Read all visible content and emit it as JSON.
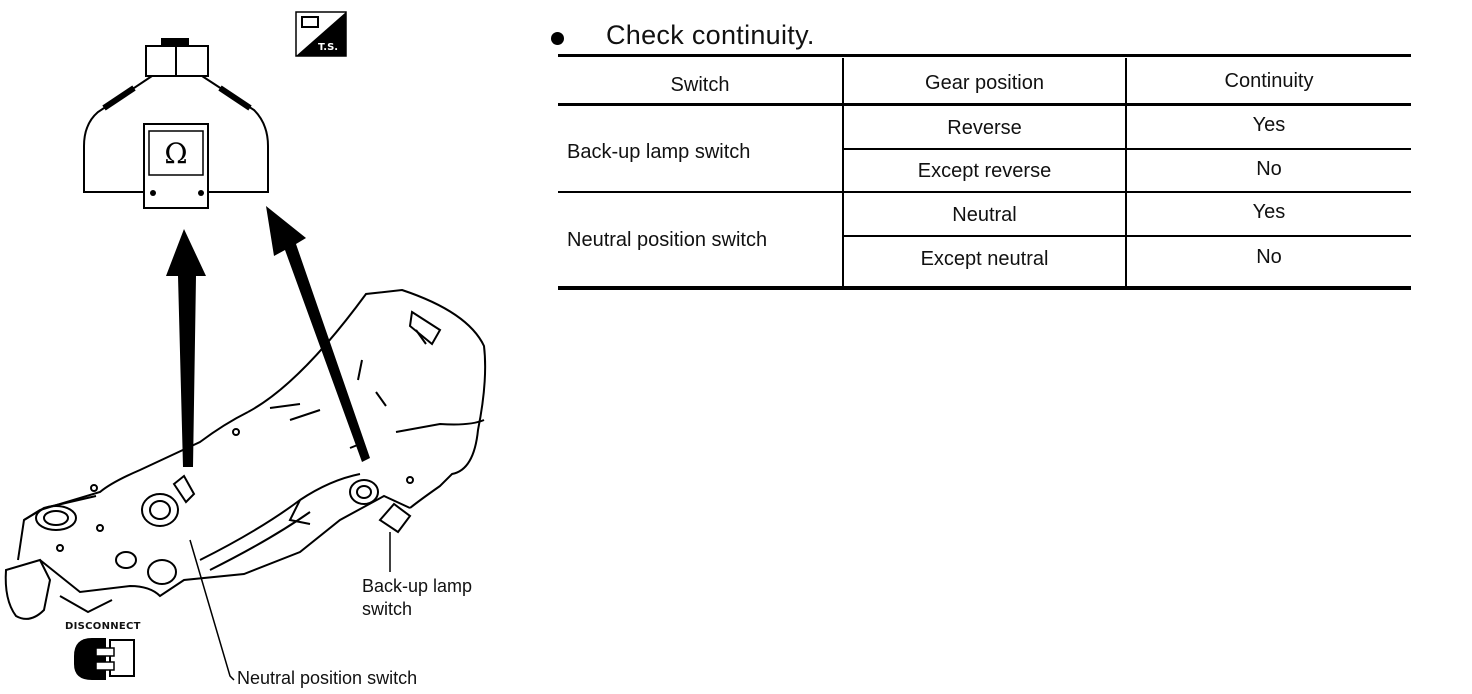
{
  "instruction": "Check continuity.",
  "table": {
    "headers": [
      "Switch",
      "Gear position",
      "Continuity"
    ],
    "groups": [
      {
        "switch": "Back-up lamp switch",
        "rows": [
          {
            "gear": "Reverse",
            "continuity": "Yes"
          },
          {
            "gear": "Except reverse",
            "continuity": "No"
          }
        ]
      },
      {
        "switch": "Neutral position switch",
        "rows": [
          {
            "gear": "Neutral",
            "continuity": "Yes"
          },
          {
            "gear": "Except neutral",
            "continuity": "No"
          }
        ]
      }
    ]
  },
  "figure": {
    "meter_symbol": "Ω",
    "ts_badge": "T.S.",
    "label_backup_lamp_switch": "Back-up lamp\nswitch",
    "label_neutral_position_switch": "Neutral position switch",
    "disconnect": "DISCONNECT"
  }
}
